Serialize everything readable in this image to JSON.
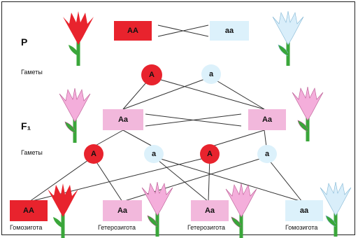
{
  "generations": {
    "parents": "P",
    "f1": "F₁",
    "gametes_label_1": "Гаметы",
    "gametes_label_2": "Гаметы"
  },
  "parents": {
    "left_genotype": "AA",
    "right_genotype": "aa"
  },
  "parent_gametes": {
    "dominant": "A",
    "recessive": "a"
  },
  "f1": {
    "left_genotype": "Aa",
    "right_genotype": "Aa"
  },
  "f1_gametes": [
    "A",
    "a",
    "A",
    "a"
  ],
  "offspring": [
    {
      "genotype": "AA",
      "type": "Гомозигота"
    },
    {
      "genotype": "Aa",
      "type": "Гетерозигота"
    },
    {
      "genotype": "Aa",
      "type": "Гетерозигота"
    },
    {
      "genotype": "aa",
      "type": "Гомозигота"
    }
  ],
  "colors": {
    "red": "#e8232d",
    "pink": "#f2b8dc",
    "light_blue": "#dcf1fb",
    "stem": "#3aa63a"
  }
}
